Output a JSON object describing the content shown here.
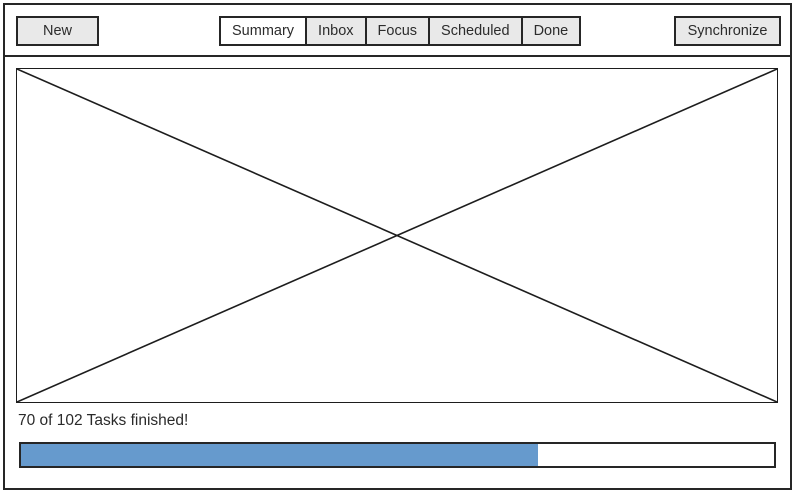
{
  "toolbar": {
    "new_button": "New",
    "sync_button": "Synchronize",
    "tabs": [
      {
        "label": "Summary",
        "active": true
      },
      {
        "label": "Inbox",
        "active": false
      },
      {
        "label": "Focus",
        "active": false
      },
      {
        "label": "Scheduled",
        "active": false
      },
      {
        "label": "Done",
        "active": false
      }
    ]
  },
  "content": {
    "placeholder_name": "image-placeholder-cross"
  },
  "progress": {
    "label": "70 of 102 Tasks finished!",
    "completed": 70,
    "total": 102,
    "percent": 68.6,
    "fill_color": "#669acd",
    "track_color": "#ffffff"
  },
  "colors": {
    "border": "#262626",
    "button_face": "#e9e9e9",
    "active_tab": "#ffffff",
    "text": "#2c2c2c",
    "accent": "#669acd"
  }
}
